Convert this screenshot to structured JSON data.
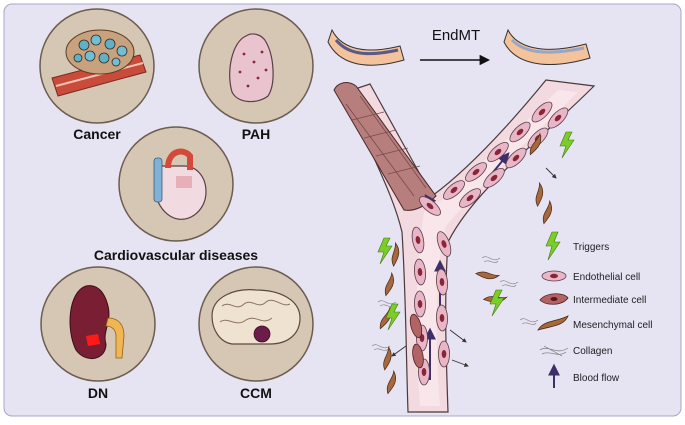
{
  "diseases": {
    "cancer": "Cancer",
    "pah": "PAH",
    "cvd": "Cardiovascular diseases",
    "dn": "DN",
    "ccm": "CCM"
  },
  "process": {
    "label": "EndMT"
  },
  "legend": {
    "triggers": "Triggers",
    "endothelial": "Endothelial cell",
    "intermediate": "Intermediate cell",
    "mesenchymal": "Mesenchymal cell",
    "collagen": "Collagen",
    "blood_flow": "Blood flow"
  },
  "colors": {
    "panel": "#e6e3f3",
    "circle": "#d6c7b4",
    "vessel": "#f3d9e0",
    "cell": "#e8b6c6",
    "nucleus": "#8a2538",
    "mesenchymal": "#a5683f",
    "trigger": "#7ccd2a",
    "arrow": "#3e2f6b"
  }
}
